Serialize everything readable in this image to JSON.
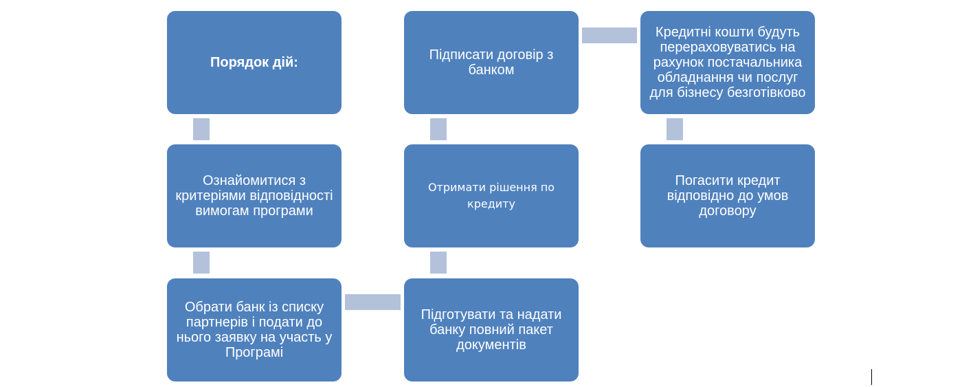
{
  "steps": {
    "title": "Порядок дій:",
    "s1": "Ознайомитися з критеріями відповідності вимогам програми",
    "s2": "Обрати банк із списку партнерів і подати до нього заявку на участь у Програмі",
    "s3": "Підготувати та надати банку повний пакет документів",
    "s4": "Отримати рішення по кредиту",
    "s5": "Підписати договір з банком",
    "s6": "Кредитні кошти будуть перераховуватись на рахунок постачальника обладнання чи послуг для бізнесу безготівково",
    "s7": "Погасити кредит відповідно до умов договору"
  },
  "colors": {
    "box": "#4f81bd",
    "connector": "#b3c2da"
  }
}
